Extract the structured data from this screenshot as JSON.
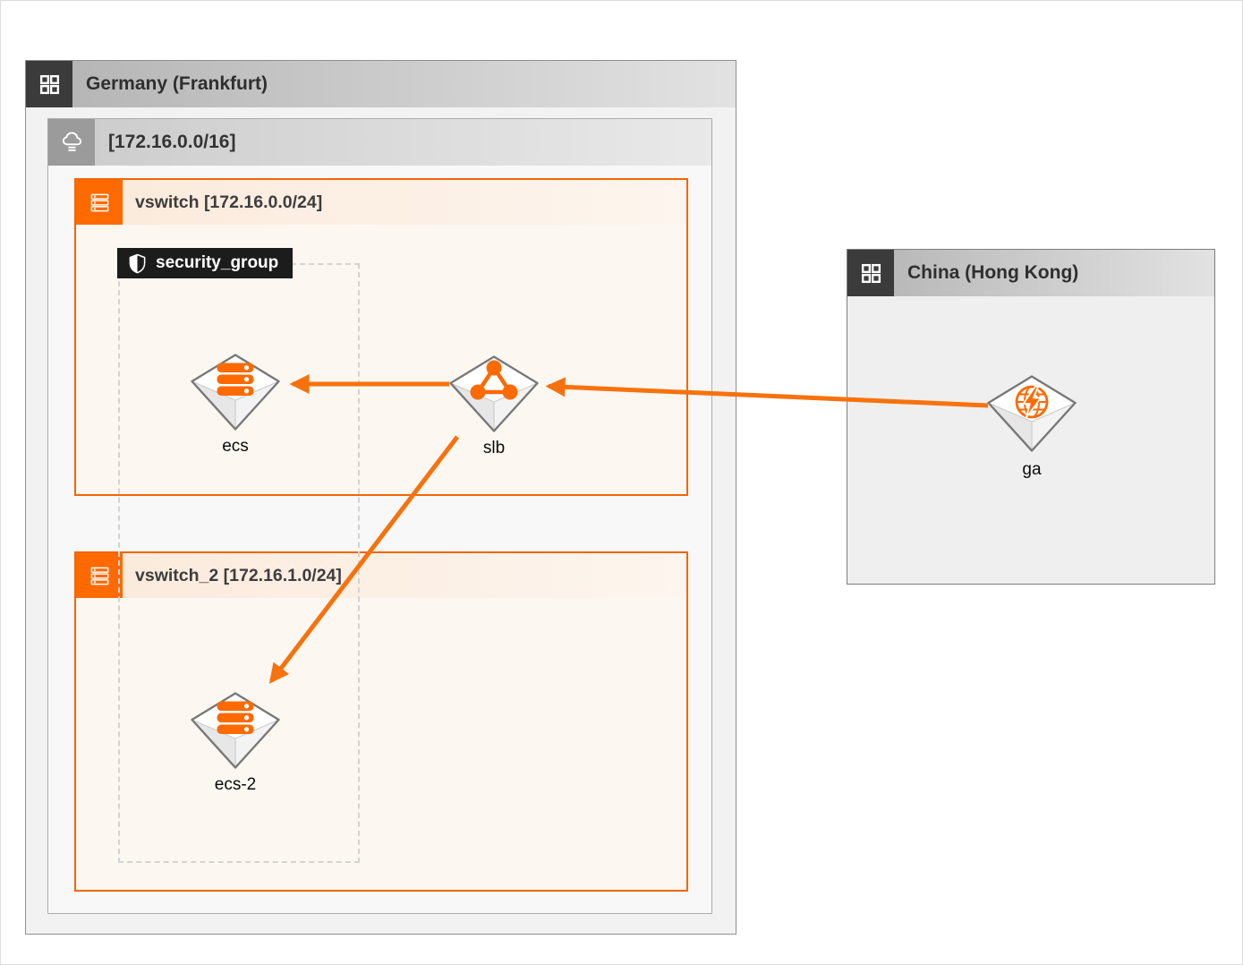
{
  "colors": {
    "accent_orange": "#FF6A00",
    "arrow_orange": "#F7720C",
    "vswitch_border": "#F26505",
    "region_icon_bg": "#3B3B3B",
    "vpc_icon_bg": "#9B9B9B",
    "security_group_bg": "#1C1C1C"
  },
  "regions": {
    "germany": {
      "title": "Germany (Frankfurt)"
    },
    "china": {
      "title": "China (Hong Kong)"
    }
  },
  "vpc": {
    "title": "[172.16.0.0/16]"
  },
  "vswitch1": {
    "title": "vswitch [172.16.0.0/24]"
  },
  "vswitch2": {
    "title": "vswitch_2 [172.16.1.0/24]"
  },
  "security_group": {
    "title": "security_group"
  },
  "nodes": {
    "ecs": {
      "label": "ecs",
      "type": "ecs-server"
    },
    "slb": {
      "label": "slb",
      "type": "server-load-balancer"
    },
    "ecs2": {
      "label": "ecs-2",
      "type": "ecs-server"
    },
    "ga": {
      "label": "ga",
      "type": "global-accelerator"
    }
  },
  "edges": [
    {
      "from": "ga",
      "to": "slb"
    },
    {
      "from": "slb",
      "to": "ecs"
    },
    {
      "from": "slb",
      "to": "ecs-2"
    }
  ]
}
